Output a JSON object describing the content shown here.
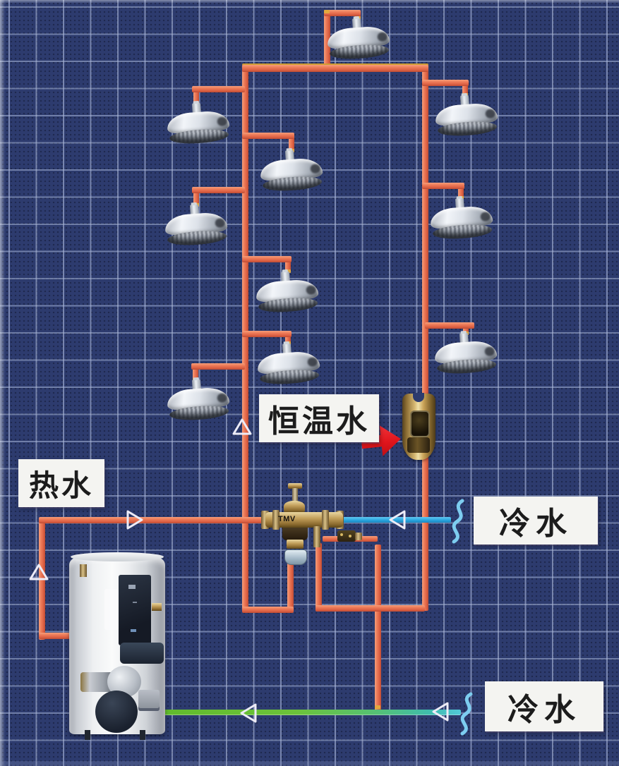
{
  "labels": {
    "hot_water": "热水",
    "constant_temp_water": "恒温水",
    "cold_water_mid": "冷水",
    "cold_water_bottom": "冷水"
  },
  "valve": {
    "marking": "TMV"
  },
  "equipment": {
    "shower_head_count": 10,
    "water_heater_count": 1,
    "thermostatic_mixing_valve_count": 1,
    "inline_brass_valve_count": 1
  },
  "colors": {
    "background": "#2d3b6e",
    "grid_line": "#a8b5d6",
    "pipe_hot_orange": "#ec7856",
    "pipe_cold_blue": "#2aa6e0",
    "pipe_cold_green": "#61ba2d",
    "callout_arrow_red": "#e0151c",
    "label_background": "#f4f4f1",
    "label_text": "#1c1c1c",
    "brass": "#c3a05c"
  },
  "flow_arrows": [
    {
      "on": "hot-supply-horizontal",
      "direction": "right"
    },
    {
      "on": "hot-supply-vertical",
      "direction": "up"
    },
    {
      "on": "mixed-water-riser",
      "direction": "up"
    },
    {
      "on": "cold-water-blue-line",
      "direction": "left"
    },
    {
      "on": "cold-water-green-line",
      "direction": "left"
    },
    {
      "on": "cold-water-green-line-near-break",
      "direction": "left"
    }
  ]
}
